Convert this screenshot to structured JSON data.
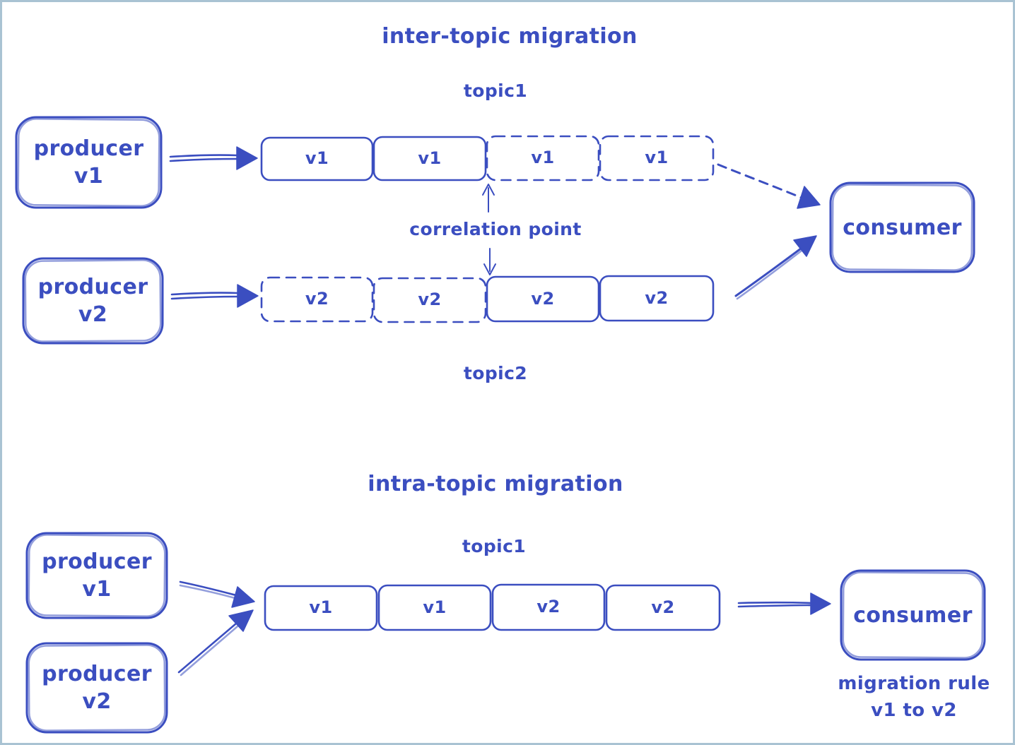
{
  "ink_color": "#3b4ec0",
  "frame_border_color": "#a9c3d3",
  "background_color": "#ffffff",
  "inter": {
    "title": "inter-topic migration",
    "topic1_label": "topic1",
    "topic2_label": "topic2",
    "producer_v1": {
      "line1": "producer",
      "line2": "v1"
    },
    "producer_v2": {
      "line1": "producer",
      "line2": "v2"
    },
    "topic1_messages": [
      {
        "label": "v1",
        "style": "solid"
      },
      {
        "label": "v1",
        "style": "solid"
      },
      {
        "label": "v1",
        "style": "dashed"
      },
      {
        "label": "v1",
        "style": "dashed"
      }
    ],
    "topic2_messages": [
      {
        "label": "v2",
        "style": "dashed"
      },
      {
        "label": "v2",
        "style": "dashed"
      },
      {
        "label": "v2",
        "style": "solid"
      },
      {
        "label": "v2",
        "style": "solid"
      }
    ],
    "correlation_label": "correlation point",
    "consumer_label": "consumer"
  },
  "intra": {
    "title": "intra-topic migration",
    "topic1_label": "topic1",
    "producer_v1": {
      "line1": "producer",
      "line2": "v1"
    },
    "producer_v2": {
      "line1": "producer",
      "line2": "v2"
    },
    "topic1_messages": [
      {
        "label": "v1",
        "style": "solid"
      },
      {
        "label": "v1",
        "style": "solid"
      },
      {
        "label": "v2",
        "style": "solid"
      },
      {
        "label": "v2",
        "style": "solid"
      }
    ],
    "consumer_label": "consumer",
    "note_line1": "migration rule",
    "note_line2": "v1 to v2"
  }
}
